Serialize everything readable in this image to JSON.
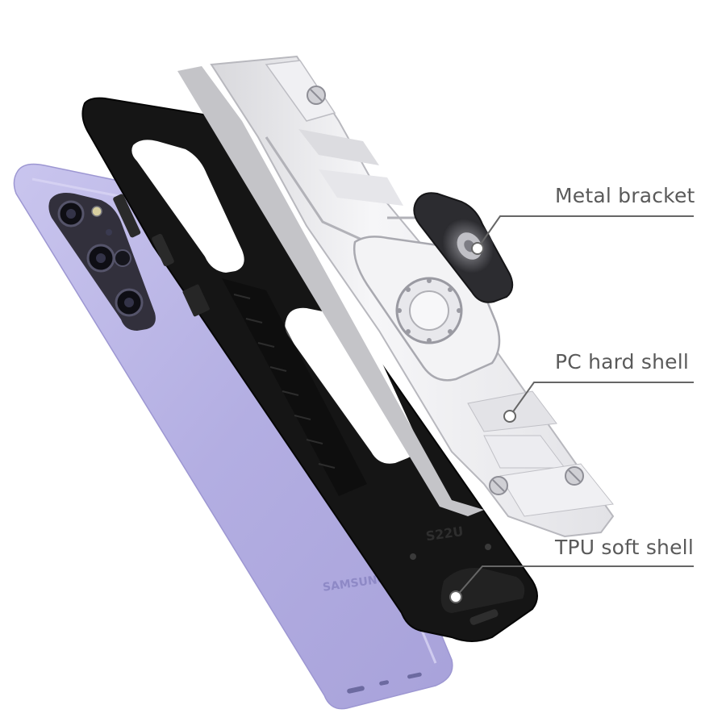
{
  "product": {
    "phone_brand_text": "SAMSUNG",
    "case_model_text": "S22U"
  },
  "callouts": [
    {
      "id": "metal-bracket",
      "label": "Metal bracket"
    },
    {
      "id": "pc-hard-shell",
      "label": "PC hard shell"
    },
    {
      "id": "tpu-soft-shell",
      "label": "TPU soft shell"
    }
  ],
  "colors": {
    "phone_body": "#b6b1e3",
    "tpu_shell": "#151515",
    "pc_shell": "#ececef",
    "ring": "#3a3a3e",
    "callout_line": "#666666",
    "label_text": "#5a5a5a"
  }
}
